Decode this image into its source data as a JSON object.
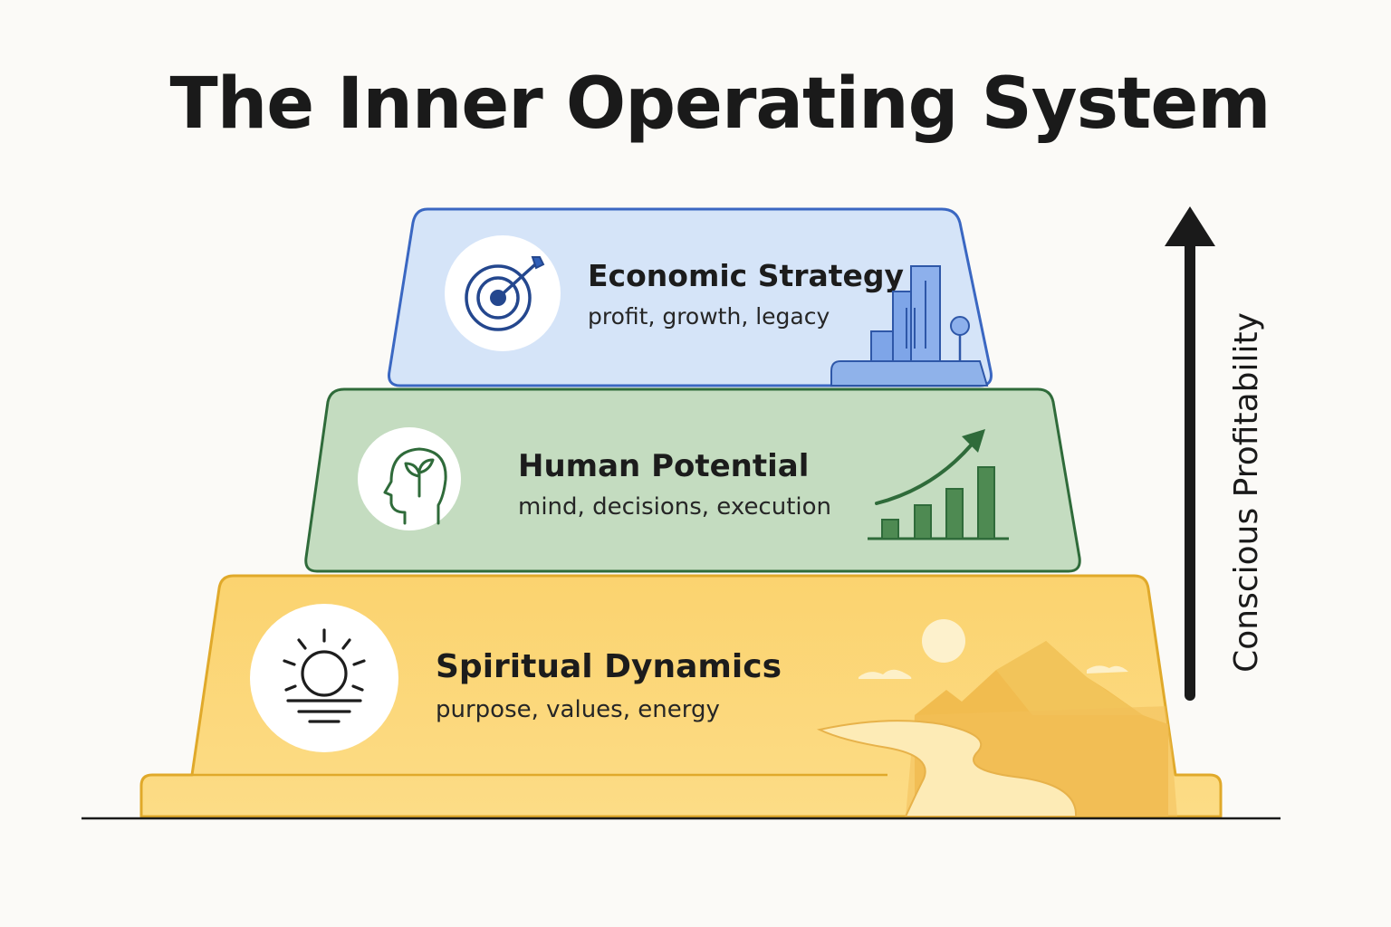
{
  "title": "The Inner Operating System",
  "axis_label": "Conscious Profitability",
  "layers": [
    {
      "title": "Economic Strategy",
      "subtitle": "profit, growth, legacy",
      "icon": "target-arrow-icon",
      "illustration": "city-buildings-icon",
      "fill": "#d5e4f8",
      "stroke": "#3a67c2"
    },
    {
      "title": "Human Potential",
      "subtitle": "mind, decisions, execution",
      "icon": "head-sprout-icon",
      "illustration": "growth-bar-chart-icon",
      "fill": "#c4dcc0",
      "stroke": "#2f6b3a"
    },
    {
      "title": "Spiritual Dynamics",
      "subtitle": "purpose, values, energy",
      "icon": "sunrise-icon",
      "illustration": "mountain-path-landscape-icon",
      "fill": "#fbd574",
      "stroke": "#e0a92a"
    }
  ]
}
